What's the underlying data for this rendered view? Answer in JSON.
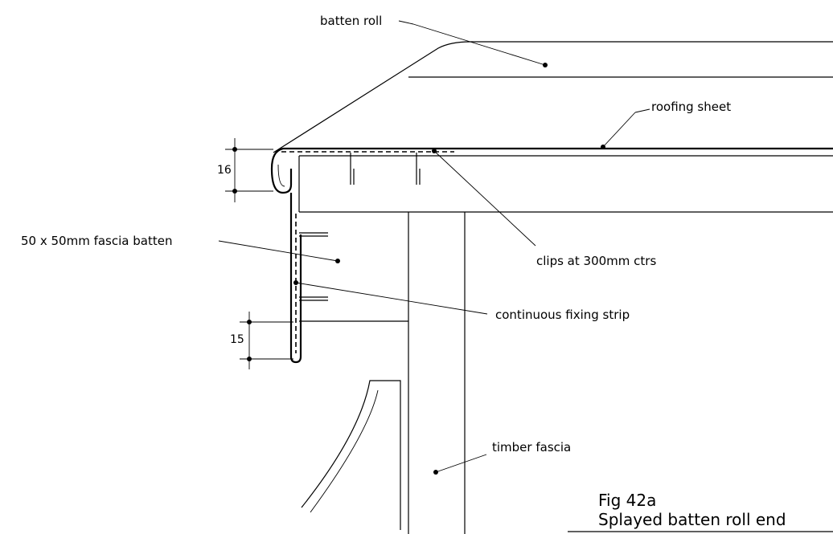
{
  "labels": {
    "batten_roll": "batten roll",
    "roofing_sheet": "roofing sheet",
    "fascia_batten": "50 x 50mm fascia batten",
    "clips": "clips at 300mm ctrs",
    "fixing_strip": "continuous fixing strip",
    "timber_fascia": "timber fascia"
  },
  "dimensions": {
    "upper": "16",
    "lower": "15"
  },
  "caption": {
    "figure": "Fig 42a",
    "title": "Splayed batten roll end"
  }
}
